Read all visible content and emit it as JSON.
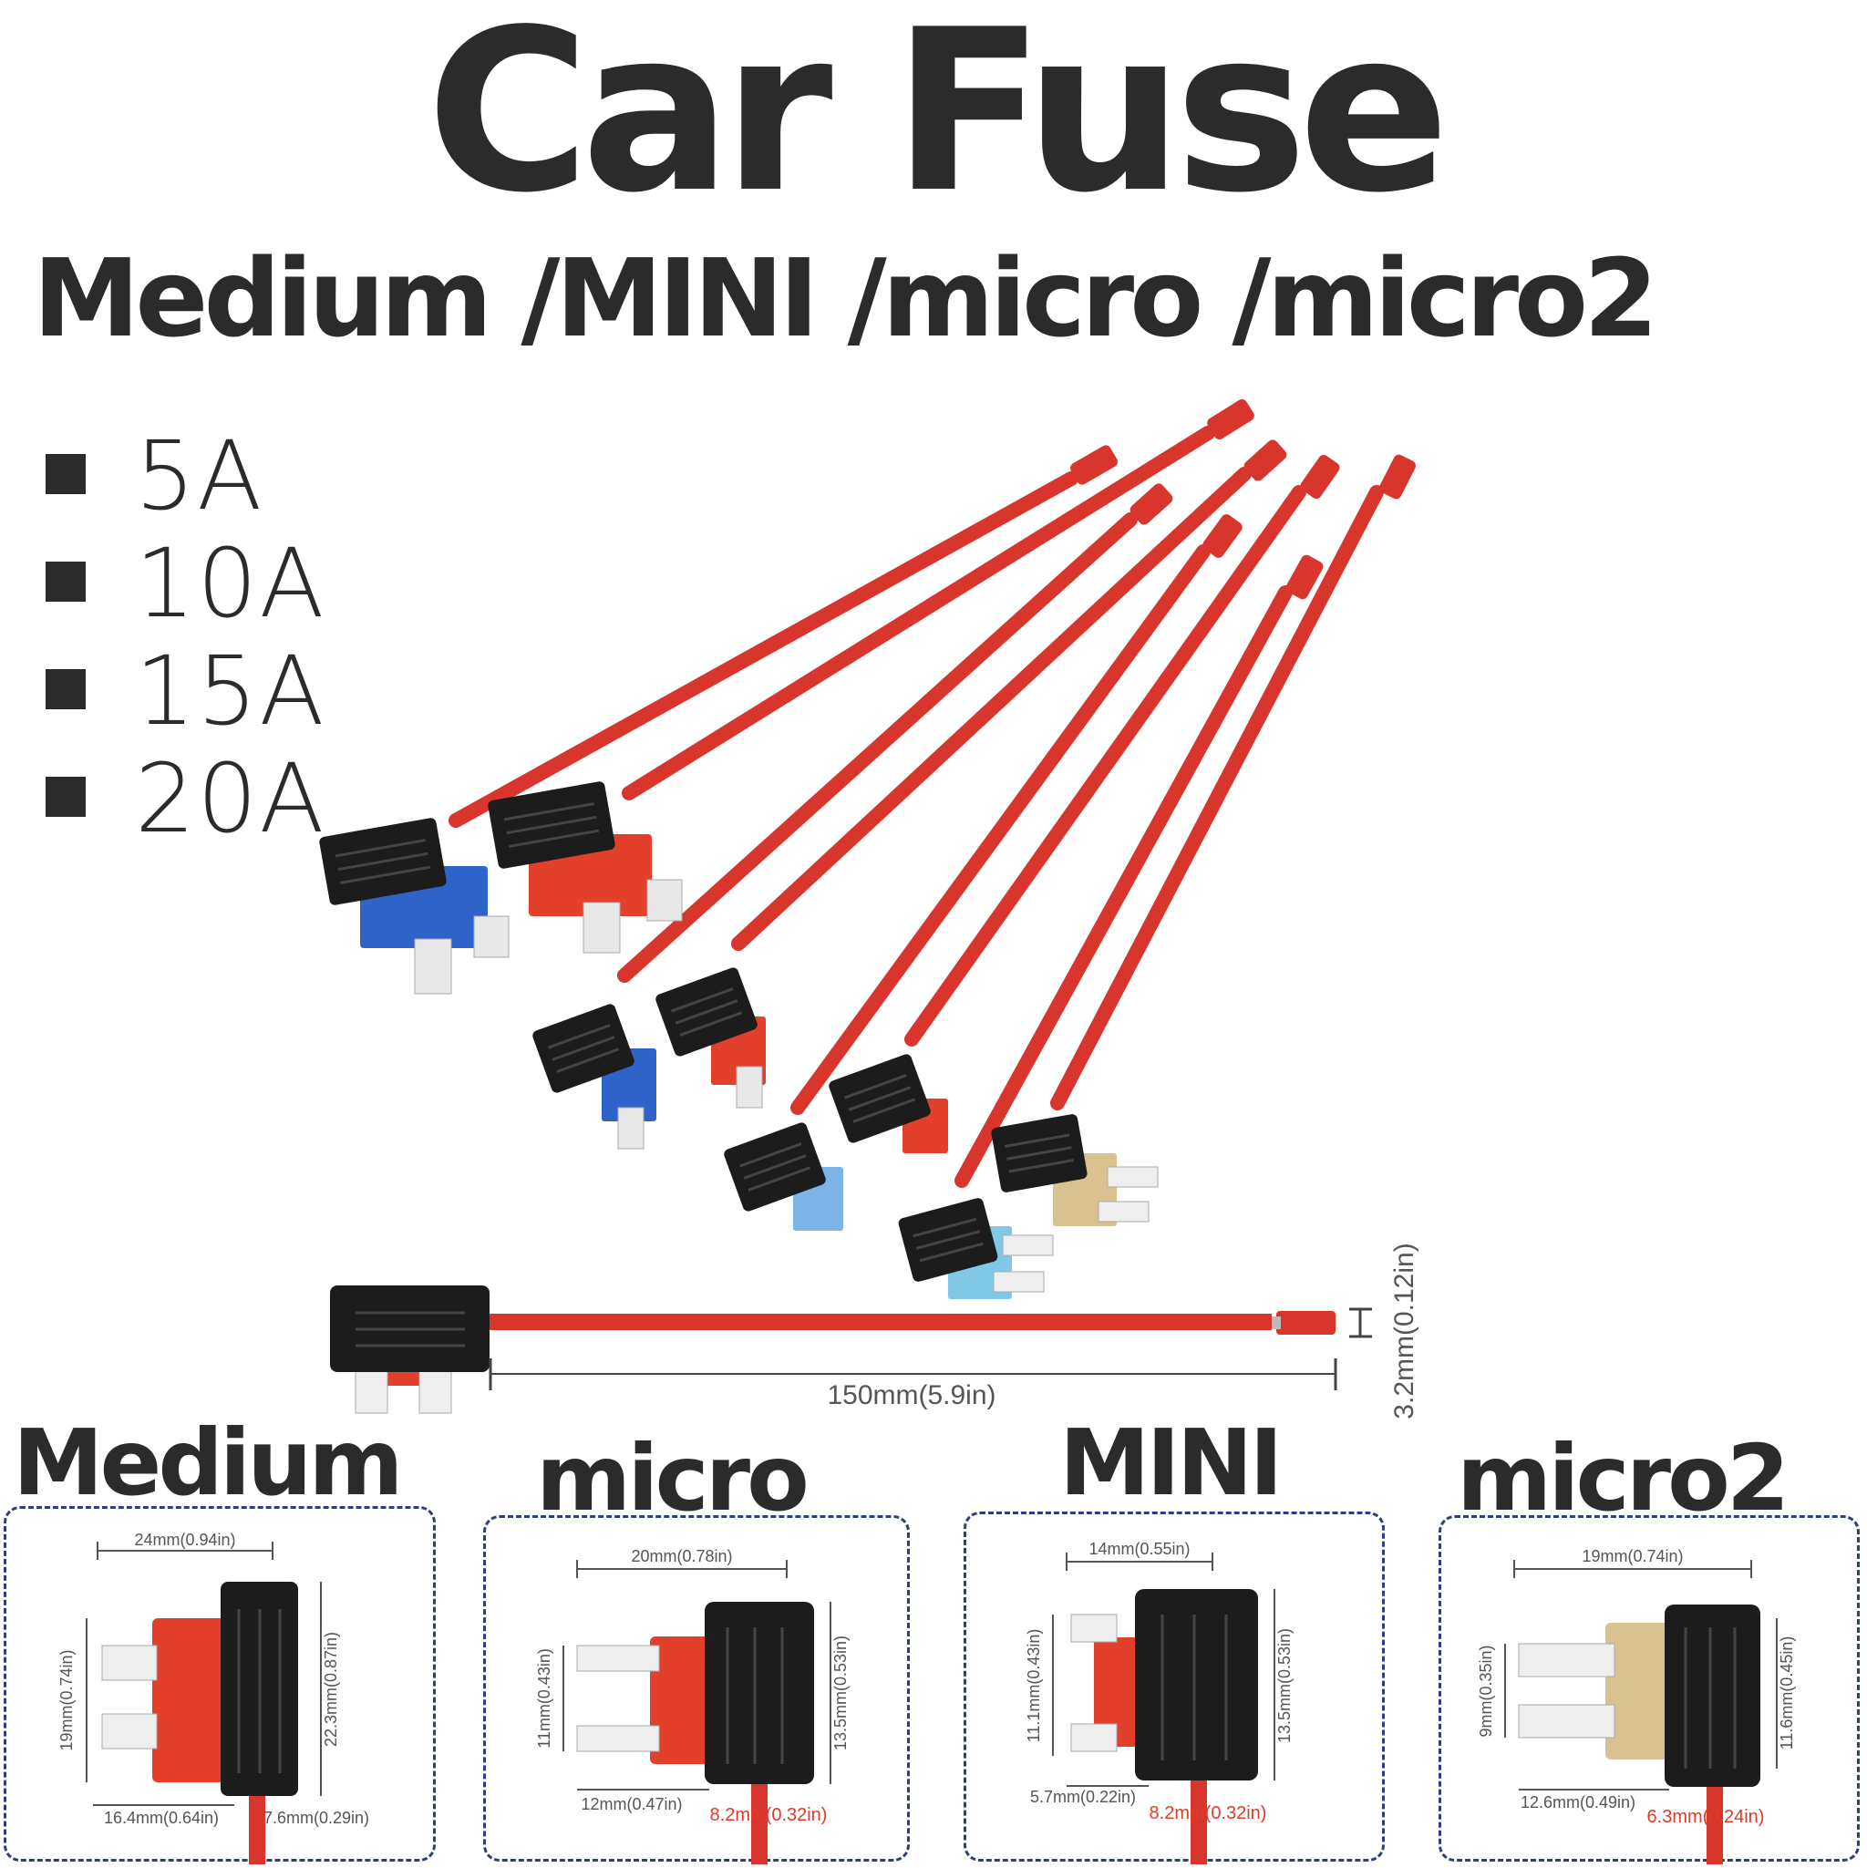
{
  "header": {
    "title": "Car Fuse",
    "subtitle": "Medium /MINI /micro /micro2"
  },
  "amperages": [
    "5A",
    "10A",
    "15A",
    "20A"
  ],
  "cable": {
    "length": "150mm(5.9in)",
    "diameter": "3.2mm(0.12in)"
  },
  "fuse_types": {
    "medium": {
      "title": "Medium",
      "width": "24mm(0.94in)",
      "height": "19mm(0.74in)",
      "holder_height": "22.3mm(0.87in)",
      "bottom": "16.4mm(0.64in)",
      "thickness": "7.6mm(0.29in)"
    },
    "micro": {
      "title": "micro",
      "width": "20mm(0.78in)",
      "height": "11mm(0.43in)",
      "holder_height": "13.5mm(0.53in)",
      "bottom": "12mm(0.47in)",
      "thickness": "8.2mm(0.32in)"
    },
    "mini": {
      "title": "MINI",
      "width": "14mm(0.55in)",
      "height": "11.1mm(0.43in)",
      "holder_height": "13.5mm(0.53in)",
      "bottom": "5.7mm(0.22in)",
      "thickness": "8.2mm(0.32in)"
    },
    "micro2": {
      "title": "micro2",
      "width": "19mm(0.74in)",
      "height": "9mm(0.35in)",
      "holder_height": "11.6mm(0.45in)",
      "bottom": "12.6mm(0.49in)",
      "thickness": "6.3mm(0.24in)"
    }
  },
  "colors": {
    "text": "#2b2b2b",
    "wire": "#d8362c",
    "holder": "#1c1c1c",
    "fuse_blue": "#2f63c9",
    "fuse_red": "#e2402a",
    "fuse_lightblue": "#7fc8e6",
    "fuse_tan": "#d9c290",
    "panel_border": "#2e3e7a",
    "dimension_red": "#e03a2a"
  }
}
